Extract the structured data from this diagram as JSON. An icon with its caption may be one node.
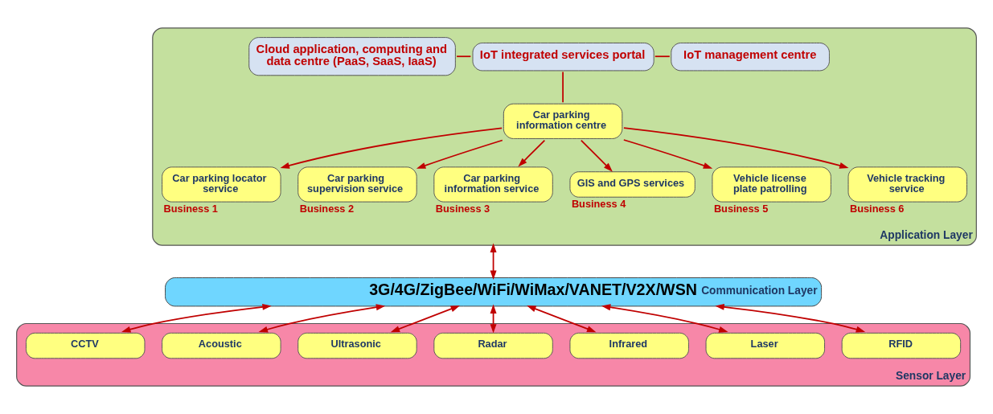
{
  "diagram": {
    "nodes": [
      {
        "text": [
          "Application Layer"
        ]
      },
      {
        "text": [
          "Cloud application, computing and data centre (PaaS, SaaS, IaaS)"
        ],
        "in": 0
      },
      {
        "text": [
          "IoT integrated services portal"
        ],
        "in": 0
      },
      {
        "text": [
          "IoT management centre"
        ],
        "in": 0
      },
      {
        "text": [
          "Car parking information centre"
        ],
        "in": 0
      },
      {
        "text": [
          "Car parking locator service"
        ],
        "in": 0,
        "beside": [
          "Business 1"
        ]
      },
      {
        "text": [
          "Car parking supervision service"
        ],
        "in": 0,
        "beside": [
          "Business 2"
        ]
      },
      {
        "text": [
          "Car parking information service"
        ],
        "in": 0,
        "beside": [
          "Business 3"
        ]
      },
      {
        "text": [
          "GIS and GPS services"
        ],
        "in": 0,
        "beside": [
          "Business 4"
        ]
      },
      {
        "text": [
          "Vehicle license plate patrolling"
        ],
        "in": 0,
        "beside": [
          "Business 5"
        ]
      },
      {
        "text": [
          "Vehicle tracking service"
        ],
        "in": 0,
        "beside": [
          "Business 6"
        ]
      },
      {
        "text": [
          "3G/4G/ZigBee/WiFi/WiMax/VANET/V2X/WSN",
          "Communication Layer"
        ]
      },
      {
        "text": [
          "Sensor Layer"
        ]
      },
      {
        "text": [
          "RFID"
        ],
        "in": 12
      },
      {
        "text": [
          "Laser"
        ],
        "in": 12
      },
      {
        "text": [
          "Infrared"
        ],
        "in": 12
      },
      {
        "text": [
          "Radar"
        ],
        "in": 12
      },
      {
        "text": [
          "Ultrasonic"
        ],
        "in": 12
      },
      {
        "text": [
          "Acoustic"
        ],
        "in": 12
      },
      {
        "text": [
          "CCTV"
        ],
        "in": 12
      }
    ],
    "edges": [
      {
        "from": 1,
        "to": 2,
        "arrow": "none"
      },
      {
        "from": 2,
        "to": 3,
        "arrow": "none"
      },
      {
        "from": 2,
        "to": 4,
        "arrow": "none"
      },
      {
        "from": 4,
        "to": 5,
        "arrow": "to"
      },
      {
        "from": 4,
        "to": 6,
        "arrow": "to"
      },
      {
        "from": 4,
        "to": 7,
        "arrow": "to"
      },
      {
        "from": 4,
        "to": 8,
        "arrow": "to"
      },
      {
        "from": 4,
        "to": 9,
        "arrow": "to"
      },
      {
        "from": 4,
        "to": 10,
        "arrow": "to"
      },
      {
        "from": 0,
        "to": 11,
        "arrow": "both"
      },
      {
        "from": 11,
        "to": 13,
        "arrow": "both"
      },
      {
        "from": 11,
        "to": 14,
        "arrow": "both"
      },
      {
        "from": 11,
        "to": 15,
        "arrow": "both"
      },
      {
        "from": 11,
        "to": 16,
        "arrow": "both"
      },
      {
        "from": 11,
        "to": 17,
        "arrow": "both"
      },
      {
        "from": 11,
        "to": 18,
        "arrow": "both"
      },
      {
        "from": 11,
        "to": 19,
        "arrow": "both"
      }
    ]
  }
}
